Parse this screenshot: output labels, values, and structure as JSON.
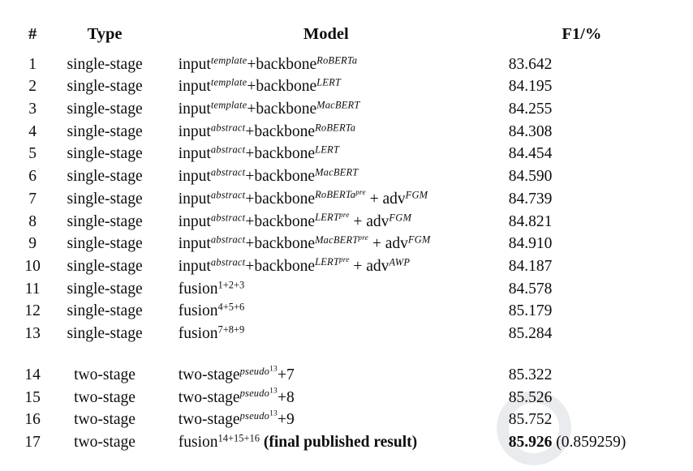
{
  "table": {
    "headers": {
      "num": "#",
      "type": "Type",
      "model": "Model",
      "f1": "F1/%"
    },
    "rows": [
      {
        "num": "1",
        "type": "single-stage",
        "model_plain": "input^template+backbone^RoBERTa",
        "model_base": "input",
        "model_sup": "template",
        "model_mid": "+backbone",
        "model_sup2": "RoBERTa",
        "model_tail": "",
        "f1": "83.642",
        "f1_extra": ""
      },
      {
        "num": "2",
        "type": "single-stage",
        "model_plain": "input^template+backbone^LERT",
        "model_base": "input",
        "model_sup": "template",
        "model_mid": "+backbone",
        "model_sup2": "LERT",
        "model_tail": "",
        "f1": "84.195",
        "f1_extra": ""
      },
      {
        "num": "3",
        "type": "single-stage",
        "model_plain": "input^template+backbone^MacBERT",
        "model_base": "input",
        "model_sup": "template",
        "model_mid": "+backbone",
        "model_sup2": "MacBERT",
        "model_tail": "",
        "f1": "84.255",
        "f1_extra": ""
      },
      {
        "num": "4",
        "type": "single-stage",
        "model_plain": "input^abstract+backbone^RoBERTa",
        "model_base": "input",
        "model_sup": "abstract",
        "model_mid": "+backbone",
        "model_sup2": "RoBERTa",
        "model_tail": "",
        "f1": "84.308",
        "f1_extra": ""
      },
      {
        "num": "5",
        "type": "single-stage",
        "model_plain": "input^abstract+backbone^LERT",
        "model_base": "input",
        "model_sup": "abstract",
        "model_mid": "+backbone",
        "model_sup2": "LERT",
        "model_tail": "",
        "f1": "84.454",
        "f1_extra": ""
      },
      {
        "num": "6",
        "type": "single-stage",
        "model_plain": "input^abstract+backbone^MacBERT",
        "model_base": "input",
        "model_sup": "abstract",
        "model_mid": "+backbone",
        "model_sup2": "MacBERT",
        "model_tail": "",
        "f1": "84.590",
        "f1_extra": ""
      },
      {
        "num": "7",
        "type": "single-stage",
        "model_plain": "input^abstract+backbone^{RoBERTa^pre} + adv^FGM",
        "model_base": "input",
        "model_sup": "abstract",
        "model_mid": "+backbone",
        "model_sup2": "RoBERTa",
        "model_sup2_sup": "pre",
        "model_tail": " + adv",
        "model_tail_sup": "FGM",
        "f1": "84.739",
        "f1_extra": ""
      },
      {
        "num": "8",
        "type": "single-stage",
        "model_plain": "input^abstract+backbone^{LERT^pre} + adv^FGM",
        "model_base": "input",
        "model_sup": "abstract",
        "model_mid": "+backbone",
        "model_sup2": "LERT",
        "model_sup2_sup": "pre",
        "model_tail": " + adv",
        "model_tail_sup": "FGM",
        "f1": "84.821",
        "f1_extra": ""
      },
      {
        "num": "9",
        "type": "single-stage",
        "model_plain": "input^abstract+backbone^{MacBERT^pre} + adv^FGM",
        "model_base": "input",
        "model_sup": "abstract",
        "model_mid": "+backbone",
        "model_sup2": "MacBERT",
        "model_sup2_sup": "pre",
        "model_tail": " + adv",
        "model_tail_sup": "FGM",
        "f1": "84.910",
        "f1_extra": ""
      },
      {
        "num": "10",
        "type": "single-stage",
        "model_plain": "input^abstract+backbone^{LERT^pre} + adv^AWP",
        "model_base": "input",
        "model_sup": "abstract",
        "model_mid": "+backbone",
        "model_sup2": "LERT",
        "model_sup2_sup": "pre",
        "model_tail": " + adv",
        "model_tail_sup": "AWP",
        "f1": "84.187",
        "f1_extra": ""
      },
      {
        "num": "11",
        "type": "single-stage",
        "model_plain": "fusion^1+2+3",
        "model_base": "fusion",
        "model_sup_num": "1+2+3",
        "f1": "84.578",
        "f1_extra": ""
      },
      {
        "num": "12",
        "type": "single-stage",
        "model_plain": "fusion^4+5+6",
        "model_base": "fusion",
        "model_sup_num": "4+5+6",
        "f1": "85.179",
        "f1_extra": ""
      },
      {
        "num": "13",
        "type": "single-stage",
        "model_plain": "fusion^7+8+9",
        "model_base": "fusion",
        "model_sup_num": "7+8+9",
        "f1": "85.284",
        "f1_extra": ""
      },
      {
        "num": "14",
        "type": "two-stage",
        "model_plain": "two-stage^{pseudo^13}+7",
        "model_base": "two-stage",
        "model_sup": "pseudo",
        "model_sup_sup": "13",
        "model_after": "+7",
        "f1": "85.322",
        "f1_extra": ""
      },
      {
        "num": "15",
        "type": "two-stage",
        "model_plain": "two-stage^{pseudo^13}+8",
        "model_base": "two-stage",
        "model_sup": "pseudo",
        "model_sup_sup": "13",
        "model_after": "+8",
        "f1": "85.526",
        "f1_extra": ""
      },
      {
        "num": "16",
        "type": "two-stage",
        "model_plain": "two-stage^{pseudo^13}+9",
        "model_base": "two-stage",
        "model_sup": "pseudo",
        "model_sup_sup": "13",
        "model_after": "+9",
        "f1": "85.752",
        "f1_extra": ""
      },
      {
        "num": "17",
        "type": "two-stage",
        "model_plain": "fusion^14+15+16 (final published result)",
        "model_base": "fusion",
        "model_sup_num": "14+15+16",
        "model_note": "(final published result)",
        "f1": "85.926",
        "f1_extra": "(0.859259)"
      }
    ]
  }
}
